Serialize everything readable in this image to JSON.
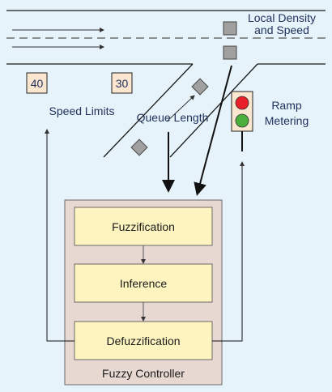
{
  "diagram": {
    "labels": {
      "local_density_line1": "Local Density",
      "local_density_line2": "and Speed",
      "speed_limits": "Speed Limits",
      "queue_length": "Queue Length",
      "ramp_metering_line1": "Ramp",
      "ramp_metering_line2": "Metering"
    },
    "speed_signs": [
      "40",
      "30"
    ],
    "controller": {
      "title": "Fuzzy Controller",
      "stages": [
        "Fuzzification",
        "Inference",
        "Defuzzification"
      ]
    },
    "traffic_light": {
      "lamps": [
        "red",
        "green"
      ]
    },
    "colors": {
      "background": "#e6f3fa",
      "controller_fill": "#e8d8d2",
      "stage_fill": "#fdf4c0",
      "sign_fill": "#fbe6cf",
      "sensor_fill": "#a0a0a0",
      "red_lamp": "#e8202a",
      "green_lamp": "#4caf3c"
    }
  }
}
